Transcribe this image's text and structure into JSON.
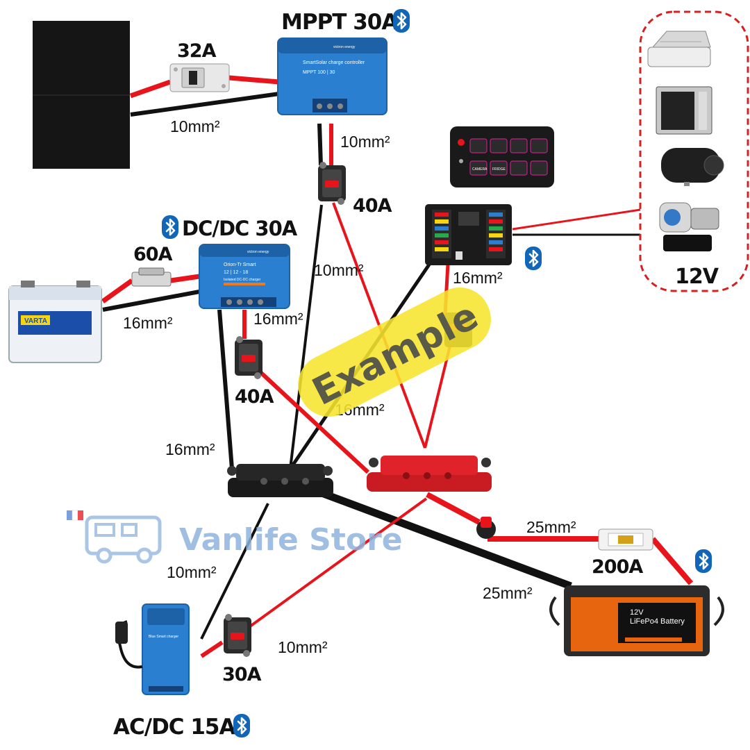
{
  "titles": {
    "mppt": "MPPT 30A",
    "dcdc": "DC/DC 30A",
    "acdc": "AC/DC 15A",
    "loads": "12V"
  },
  "fuses": {
    "solar": "32A",
    "starter": "60A",
    "mppt_out": "40A",
    "dcdc_out": "40A",
    "charger_out": "30A",
    "main": "200A"
  },
  "wires": {
    "solar_neg": "10mm²",
    "mppt_pos": "10mm²",
    "mppt_neg": "10mm²",
    "starter_neg": "16mm²",
    "dcdc_pos": "16mm²",
    "dcdc_neg": "16mm²",
    "fusebox": "16mm²",
    "bus_pos": "16mm²",
    "battery_pos": "25mm²",
    "battery_neg": "25mm²",
    "charger_neg": "10mm²",
    "charger_pos": "10mm²"
  },
  "watermark": "Example",
  "store": "Vanlife Store",
  "device_text": {
    "mppt_brand": "victron energy",
    "mppt_line1": "SmartSolar charge controller",
    "mppt_line2": "MPPT 100 | 30",
    "orion_brand": "victron energy",
    "orion_line1": "Orion-Tr Smart",
    "orion_line2": "12 | 12 - 18",
    "orion_line3": "Isolated DC-DC charger",
    "charger_line": "Blue Smart charger",
    "starter_brand": "VARTA",
    "lifepo_line1": "12V",
    "lifepo_line2": "LiFePo4 Battery"
  },
  "panel_buttons": [
    "CAMERA",
    "FRIDGE"
  ],
  "colors": {
    "positive": "#e8141b",
    "negative": "#111111",
    "victron_blue": "#2a7fd0",
    "bluetooth": "#1166b8",
    "busbar_red": "#e0232a",
    "busbar_black": "#1a1a1a",
    "battery_orange": "#e8650f",
    "watermark_yellow": "#f7e52e",
    "store_blue": "#8fb3dc",
    "loads_border": "#d42020"
  },
  "icons": [
    "bluetooth-icon",
    "solar-panel-icon",
    "fuse-holder-icon",
    "circuit-breaker-icon",
    "busbar-icon",
    "battery-switch-icon",
    "campervan-icon"
  ]
}
